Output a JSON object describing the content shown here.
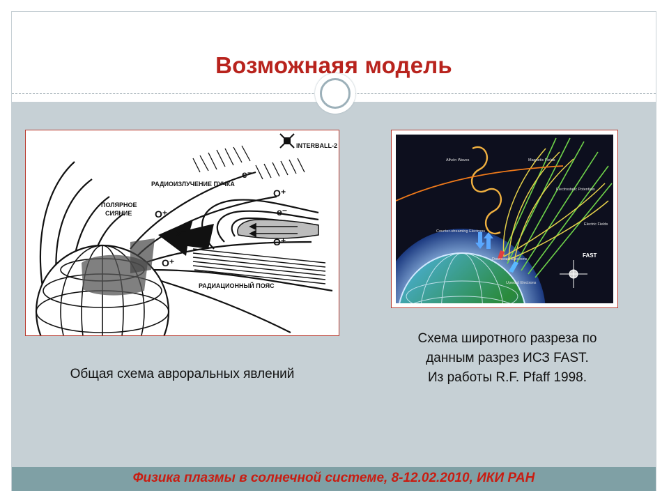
{
  "slide": {
    "title": "Возможнаяя модель",
    "footer": "Физика плазмы в солнечной системе, 8-12.02.2010, ИКИ РАН"
  },
  "left_figure": {
    "caption": "Общая схема авроральных явлений",
    "labels": {
      "spacecraft": "INTERBALL-2",
      "beam_radiation": "РАДИОИЗЛУЧЕНИЕ ПУЧКА",
      "aurora_line1": "ПОЛЯРНОЕ",
      "aurora_line2": "СИЯНИЕ",
      "radiation_belt": "РАДИАЦИОННЫЙ ПОЯС",
      "electron": "e⁻",
      "ion": "O⁺"
    }
  },
  "right_figure": {
    "caption_line1": "Схема широтного разреза по",
    "caption_line2": "данным разрез ИСЗ FAST.",
    "caption_line3": "Из работы R.F. Pfaff 1998.",
    "labels": {
      "alfven": "Alfvén Waves",
      "magnetic": "Magnetic Fields",
      "electrostatic": "Electrostatic Potentials",
      "electric": "Electric Fields",
      "counter": "Counter-streaming Electrons",
      "downward": "Downward Electrons",
      "upward": "Upward Electrons",
      "fast": "FAST"
    }
  },
  "colors": {
    "title": "#b8231d",
    "footer_text": "#c81d12",
    "content_bg": "#c6d0d5",
    "footer_bg": "#7fa0a5",
    "figure_border": "#b93a2e"
  }
}
